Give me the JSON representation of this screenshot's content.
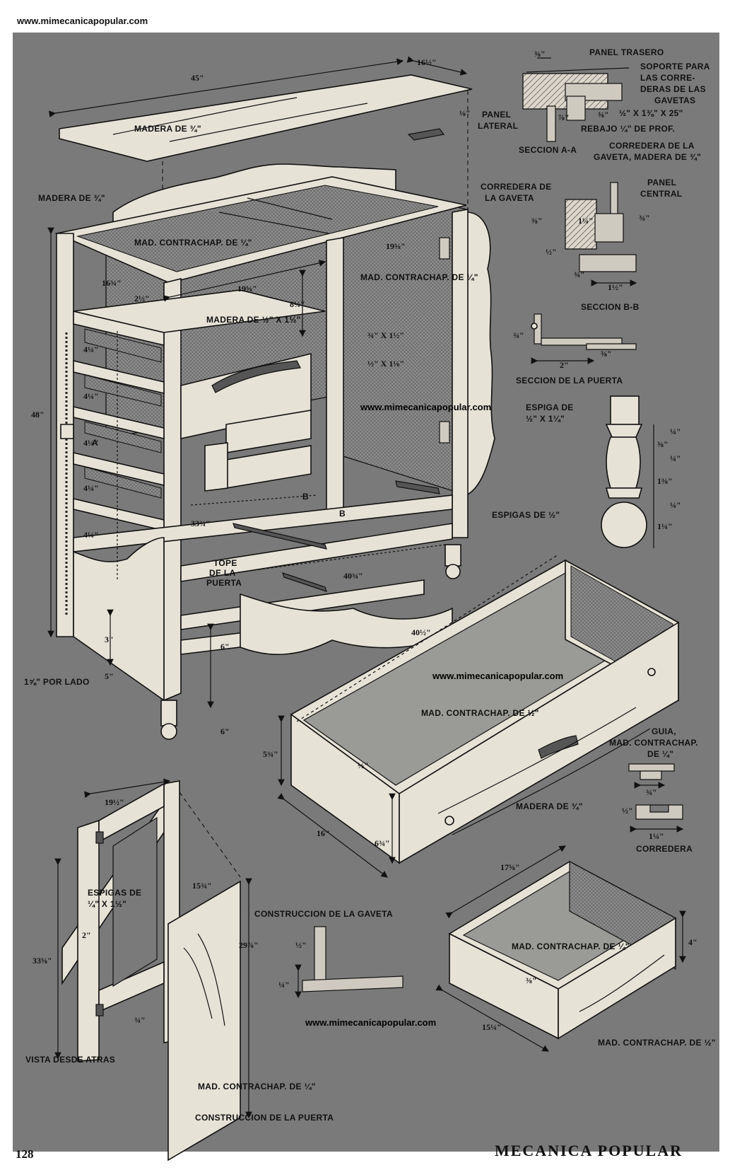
{
  "watermark": "www.mimecanicapopular.com",
  "footer": {
    "page_number": "128",
    "magazine": "MECANICA POPULAR"
  },
  "top_panel": {
    "width": "45\"",
    "depth": "16½\"",
    "thickness": "⅛\"",
    "material": "MADERA DE ¾\""
  },
  "cabinet": {
    "side_material": "MADERA DE ¾\"",
    "back_plywood": "MAD. CONTRACHAP. DE ¼\"",
    "shelf_wood": "MADERA DE ½\" X 1½\"",
    "right_plywood": "MAD. CONTRACHAP. DE ¼\"",
    "height": "48\"",
    "dims": [
      "16¾\"",
      "2½\"",
      "19⅝\"",
      "8¼\"",
      "19⅝\"",
      "¾\" X 1½\"",
      "½\" X 1⅛\"",
      "33¾\"",
      "40¾\"",
      "3\"",
      "5\"",
      "6\"",
      "6\""
    ],
    "spacing": [
      "4¼\"",
      "4¼\"",
      "4¼\"",
      "4¼\"",
      "4¼\""
    ],
    "leg_label": "1⅝\" POR LADO",
    "door_stop": [
      "TOPE",
      "DE LA",
      "PUERTA"
    ],
    "dowels": "ESPIGAS DE ½\"",
    "markers": [
      "A",
      "B",
      "B"
    ]
  },
  "section_aa": {
    "title": "SECCION A-A",
    "labels": [
      "PANEL TRASERO",
      "SOPORTE PARA",
      "LAS CORRE-",
      "DERAS DE LAS",
      "GAVETAS",
      "½\" X 1⅜\" X 25\"",
      "REBAJO ¼\" DE PROF.",
      "CORREDERA DE LA",
      "GAVETA, MADERA DE ¾\"",
      "PANEL",
      "LATERAL"
    ],
    "dims": [
      "⅜\"",
      "⅞\"",
      "⅜\""
    ]
  },
  "section_bb": {
    "title": "SECCION B-B",
    "labels": [
      "CORREDERA DE",
      "LA GAVETA",
      "PANEL",
      "CENTRAL"
    ],
    "dims": [
      "⅜\"",
      "1¼\"",
      "¾\"",
      "½\"",
      "¾\"",
      "1½\""
    ]
  },
  "door_section": {
    "title": "SECCION DE LA PUERTA",
    "dims": [
      "¾\"",
      "2\"",
      "⅜\""
    ]
  },
  "leg": {
    "label": [
      "ESPIGA DE",
      "½\" X 1¼\""
    ],
    "dims": [
      "¼\"",
      "⅜\"",
      "¼\"",
      "1⅜\"",
      "¼\"",
      "1¼\""
    ]
  },
  "big_drawer": {
    "length": "40½\"",
    "material": "MAD. CONTRACHAP. DE ½\"",
    "front": "MADERA DE ¾\"",
    "dims": [
      "5¾\"",
      "½\"",
      "16\"",
      "6¾\""
    ]
  },
  "runner": {
    "guide": [
      "GUIA,",
      "MAD. CONTRACHAP.",
      "DE ¼\""
    ],
    "title": "CORREDERA",
    "dims": [
      "¾\"",
      "½\"",
      "1¼\""
    ]
  },
  "door": {
    "view": "VISTA DESDE ATRAS",
    "title": "CONSTRUCCION DE LA PUERTA",
    "dowels": [
      "ESPIGAS DE",
      "¼\" X 1½\""
    ],
    "panel": "MAD. CONTRACHAP. DE ¼\"",
    "dims": [
      "19½\"",
      "2\"",
      "33⅝\"",
      "¾\"",
      "15¾\"",
      "29⅞\""
    ]
  },
  "drawer_construction": {
    "title": "CONSTRUCCION DE LA GAVETA",
    "dims": [
      "½\"",
      "¼\""
    ]
  },
  "small_drawer": {
    "bottom": "MAD. CONTRACHAP. DE ¼\"",
    "sides": "MAD. CONTRACHAP. DE ½\"",
    "dims": [
      "17⅝\"",
      "4\"",
      "⅜\"",
      "15¼\""
    ]
  }
}
